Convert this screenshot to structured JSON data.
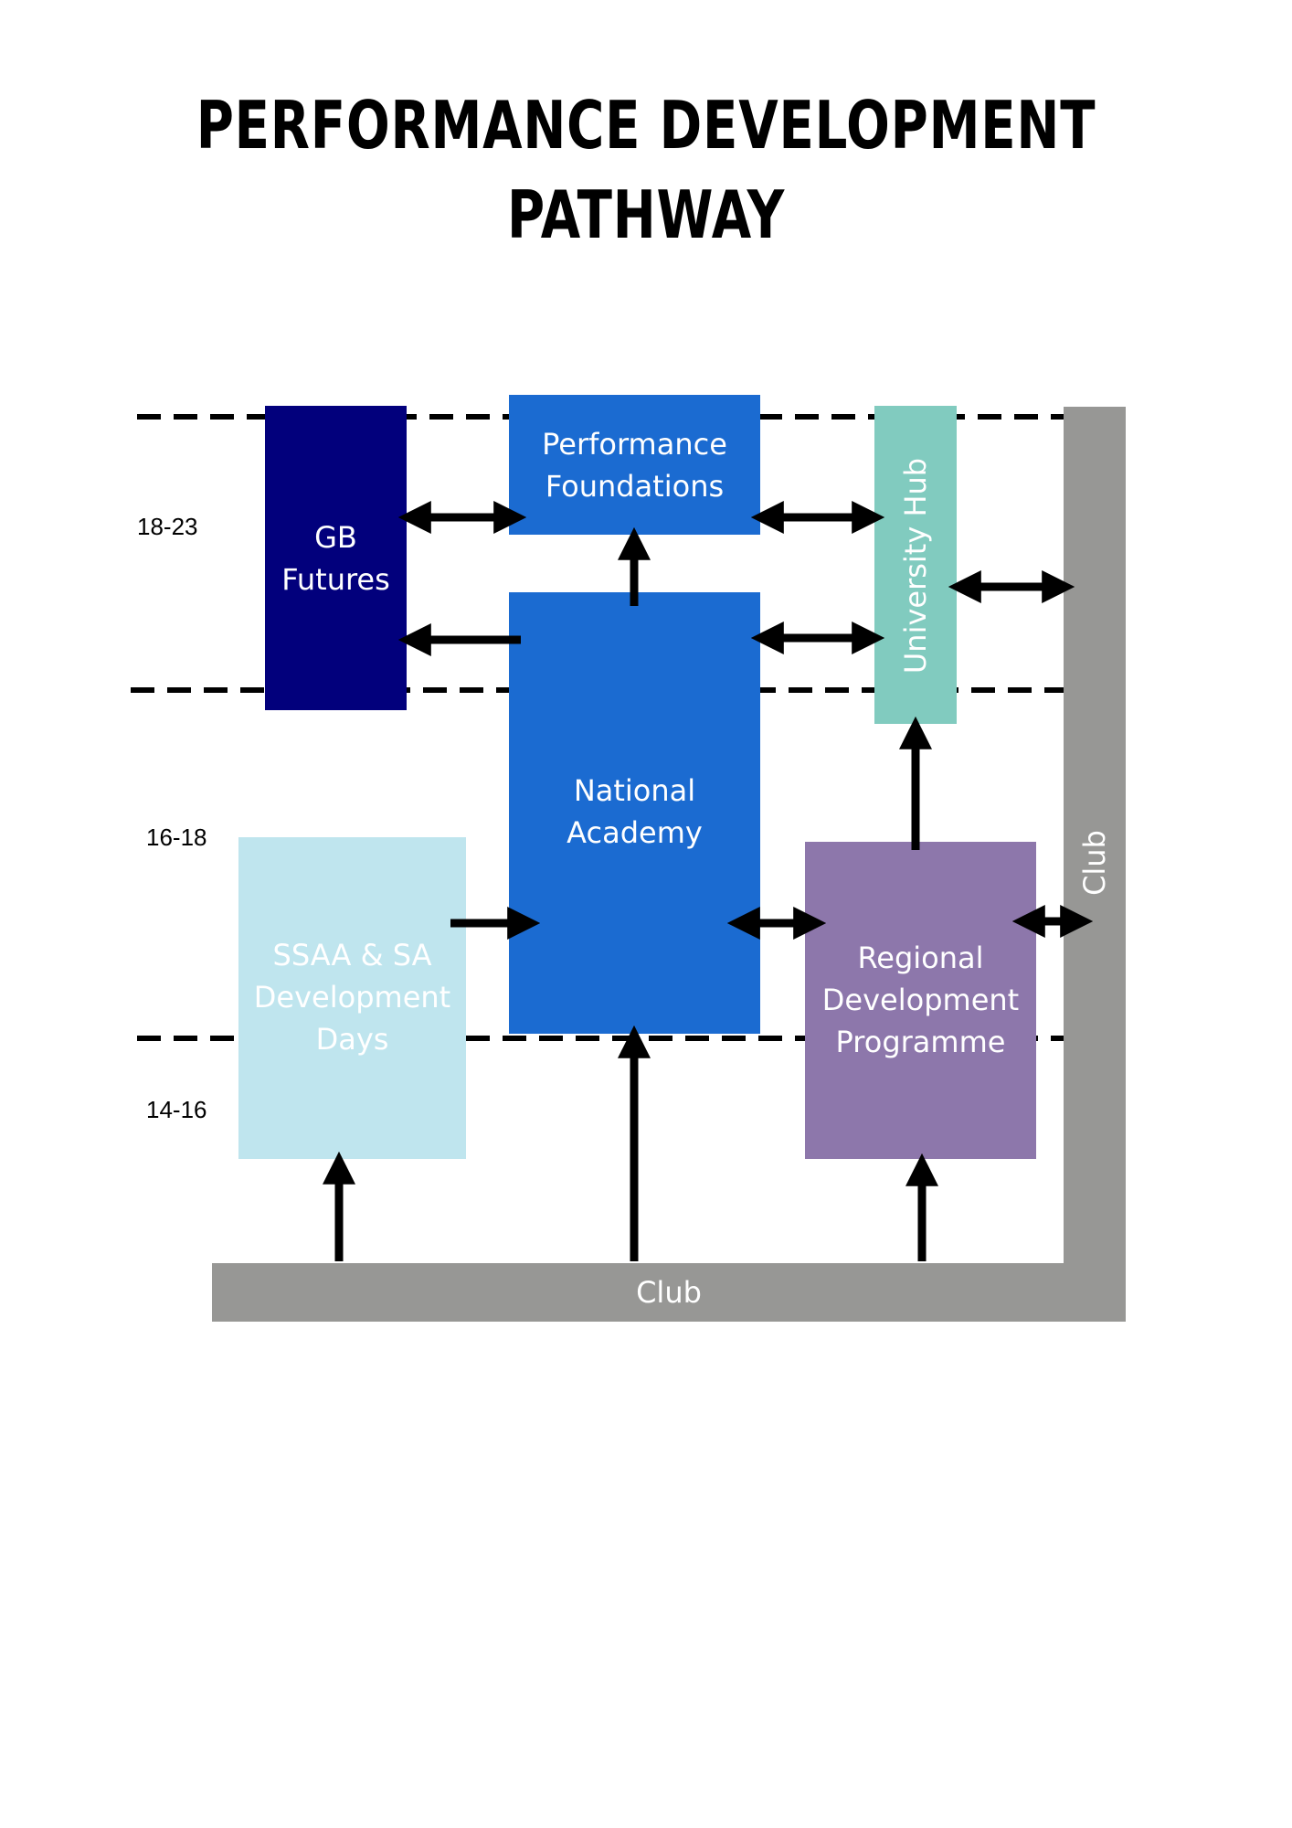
{
  "title": {
    "line1": "PERFORMANCE DEVELOPMENT",
    "line2": "PATHWAY"
  },
  "age_bands": {
    "upper": "18-23",
    "middle": "16-18",
    "lower": "14-16"
  },
  "boxes": {
    "gb_futures": "GB\nFutures",
    "performance_foundations": "Performance\nFoundations",
    "university_hub": "University Hub",
    "national_academy": "National\nAcademy",
    "ssaa_sa": "SSAA & SA\nDevelopment\nDays",
    "regional": "Regional\nDevelopment\nProgramme"
  },
  "club": {
    "horizontal": "Club",
    "vertical": "Club"
  },
  "colors": {
    "gb_futures": "#02007c",
    "national_blue": "#1b6bd1",
    "university_hub": "#81cbbf",
    "ssaa_sa": "#bfe5ee",
    "regional": "#8d77ab",
    "club": "#979795"
  }
}
